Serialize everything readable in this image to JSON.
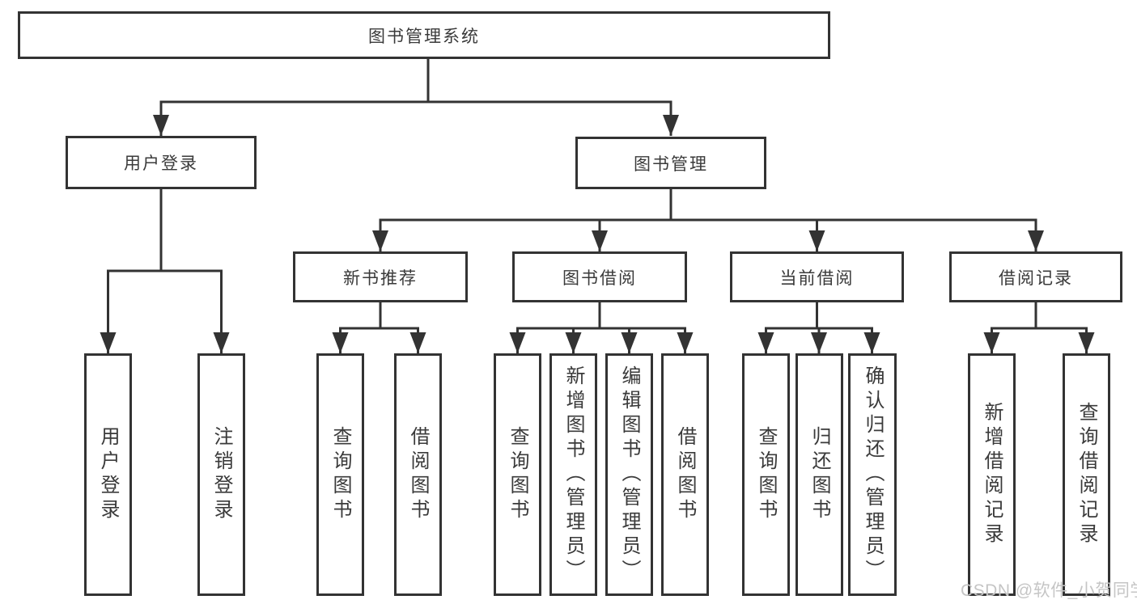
{
  "colors": {
    "line": "#333333",
    "box_border": "#333333",
    "box_background": "#ffffff",
    "text": "#3a3a3a",
    "watermark": "#c5c5c5",
    "page_background": "#ffffff"
  },
  "nodes": {
    "root": "图书管理系统",
    "user_login": "用户登录",
    "book_management": "图书管理",
    "new_book_recommend": "新书推荐",
    "book_borrow": "图书借阅",
    "current_borrow": "当前借阅",
    "borrow_records": "借阅记录",
    "leaf_user_login": "用户登录",
    "leaf_logout": "注销登录",
    "leaf_query_books_a": "查询图书",
    "leaf_borrow_books_a": "借阅图书",
    "leaf_query_books_b": "查询图书",
    "leaf_add_books_admin": "新增图书（管理员）",
    "leaf_edit_books_admin": "编辑图书（管理员）",
    "leaf_borrow_books_b": "借阅图书",
    "leaf_query_books_c": "查询图书",
    "leaf_return_books": "归还图书",
    "leaf_confirm_return_admin": "确认归还（管理员）",
    "leaf_add_borrow_record": "新增借阅记录",
    "leaf_query_borrow_record": "查询借阅记录"
  },
  "watermark": "CSDN @软件_小贺同学"
}
